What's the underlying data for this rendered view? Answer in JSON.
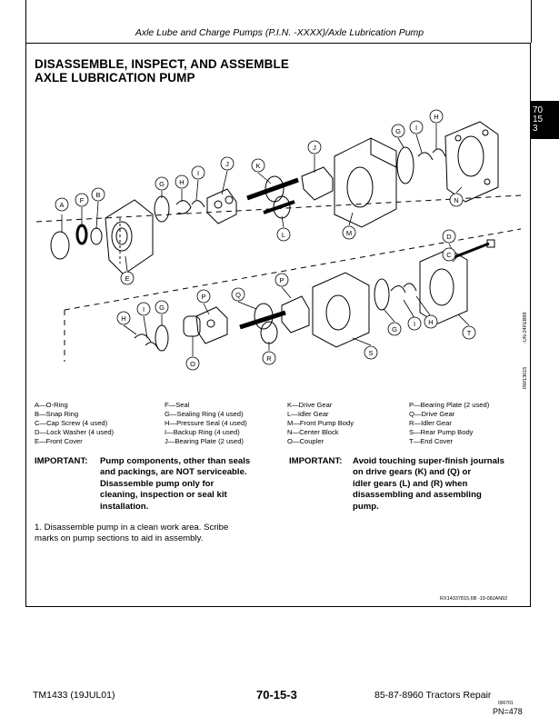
{
  "header": {
    "title": "Axle Lube and Charge Pumps (P.I.N.     -XXXX)/Axle Lubrication Pump"
  },
  "section": {
    "title_line1": "DISASSEMBLE, INSPECT, AND ASSEMBLE",
    "title_line2": "AXLE LUBRICATION PUMP"
  },
  "tab": {
    "line1": "70",
    "line2": "15",
    "line3": "3"
  },
  "figure": {
    "callouts": [
      "A",
      "B",
      "C",
      "D",
      "E",
      "F",
      "G",
      "H",
      "I",
      "J",
      "K",
      "L",
      "M",
      "N",
      "O",
      "P",
      "Q",
      "R",
      "S",
      "T"
    ],
    "side_id_1": "RW13015",
    "side_id_2": "-UN-24FEB89"
  },
  "legend": {
    "col1": [
      "A—O-Ring",
      "B—Snap Ring",
      "C—Cap Screw (4 used)",
      "D—Lock Washer (4 used)",
      "E—Front Cover"
    ],
    "col2": [
      "F—Seal",
      "G—Sealing Ring (4 used)",
      "H—Pressure Seal (4 used)",
      "I—Backup Ring (4 used)",
      "J—Bearing Plate (2 used)"
    ],
    "col3": [
      "K—Drive Gear",
      "L—Idler Gear",
      "M—Front Pump Body",
      "N—Center Block",
      "O—Coupler"
    ],
    "col4": [
      "P—Bearing Plate (2 used)",
      "Q—Drive Gear",
      "R—Idler Gear",
      "S—Rear Pump Body",
      "T—End Cover"
    ]
  },
  "important_left": {
    "label": "IMPORTANT:",
    "lines": [
      "Pump components, other than seals",
      "and packings, are NOT serviceable.",
      "Disassemble pump only for",
      "cleaning, inspection or seal kit",
      "installation."
    ]
  },
  "important_right": {
    "label": "IMPORTANT:",
    "lines": [
      "Avoid touching super-finish journals",
      "on drive gears (K) and (Q) or",
      "idler gears (L) and (R) when",
      "disassembling and assembling",
      "pump."
    ]
  },
  "step1": {
    "line1": "1. Disassemble pump in a clean work area. Scribe",
    "line2": "marks on pump sections to aid in assembly."
  },
  "part_ref": "RX14337815,6B  -19-08JAN92",
  "footer": {
    "manual": "TM1433 (19JUL01)",
    "page": "70-15-3",
    "product": "85-87-8960 Tractors Repair",
    "small": "090701",
    "pn": "PN=478"
  }
}
